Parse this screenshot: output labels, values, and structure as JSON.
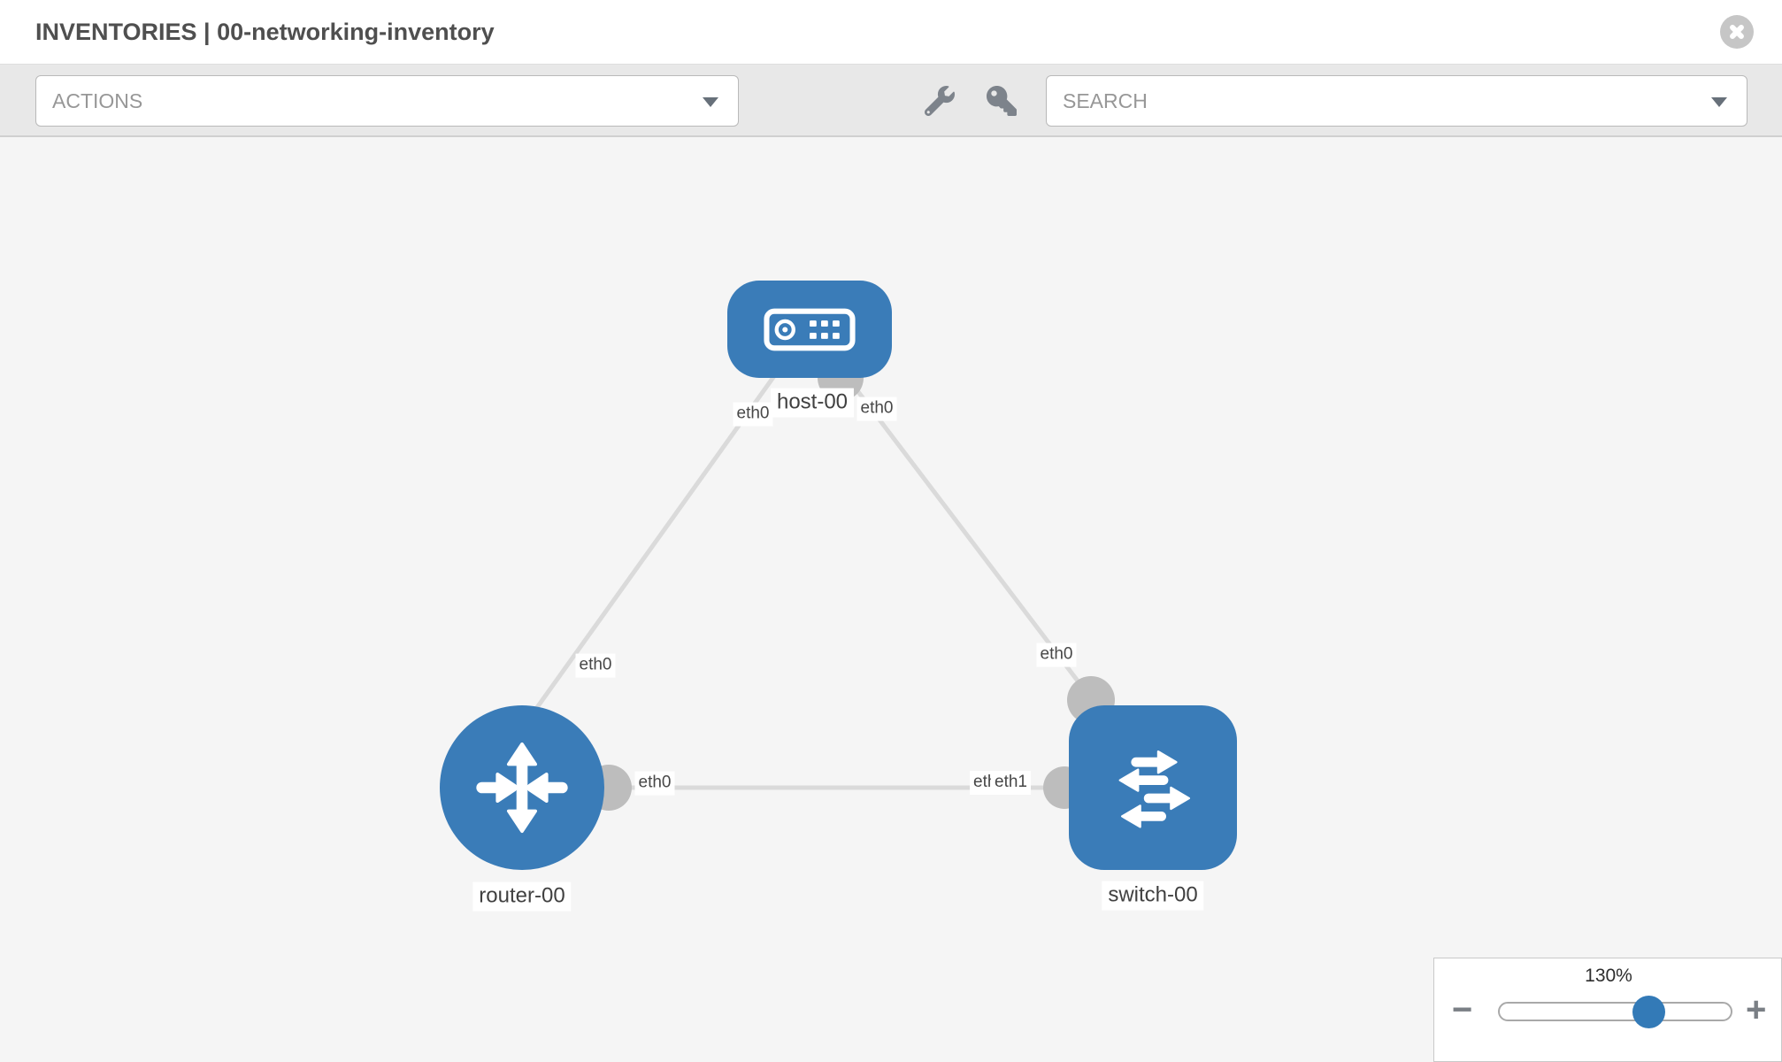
{
  "header": {
    "title": "INVENTORIES | 00-networking-inventory",
    "close_icon": "close-icon"
  },
  "toolbar": {
    "actions_placeholder": "ACTIONS",
    "search_placeholder": "SEARCH",
    "icons": [
      "wrench-icon",
      "key-icon"
    ]
  },
  "topology": {
    "nodes": [
      {
        "label": "host-00",
        "type": "host"
      },
      {
        "label": "router-00",
        "type": "router"
      },
      {
        "label": "switch-00",
        "type": "switch"
      }
    ],
    "interfaces": {
      "host_left": "eth0",
      "host_right": "eth0",
      "router_top": "eth0",
      "switch_top": "eth0",
      "link_router_side": "eth0",
      "link_switch_side_back": "eth0",
      "link_switch_side_front": "eth1"
    },
    "links": [
      {
        "from": "host-00",
        "to": "router-00",
        "from_interface": "eth0",
        "to_interface": "eth0"
      },
      {
        "from": "host-00",
        "to": "switch-00",
        "from_interface": "eth0",
        "to_interface": "eth0"
      },
      {
        "from": "router-00",
        "to": "switch-00",
        "from_interface": "eth0",
        "to_interface": "eth1"
      }
    ]
  },
  "zoom_control": {
    "value": "130%",
    "minus": "−",
    "plus": "+"
  },
  "colors": {
    "node_blue": "#3a7cb8",
    "handle_blue": "#337ab7",
    "link_gray": "#dadada",
    "endpoint_gray": "#bdbdbd",
    "canvas_bg": "#f5f5f5",
    "toolbar_bg": "#e8e8e8"
  }
}
